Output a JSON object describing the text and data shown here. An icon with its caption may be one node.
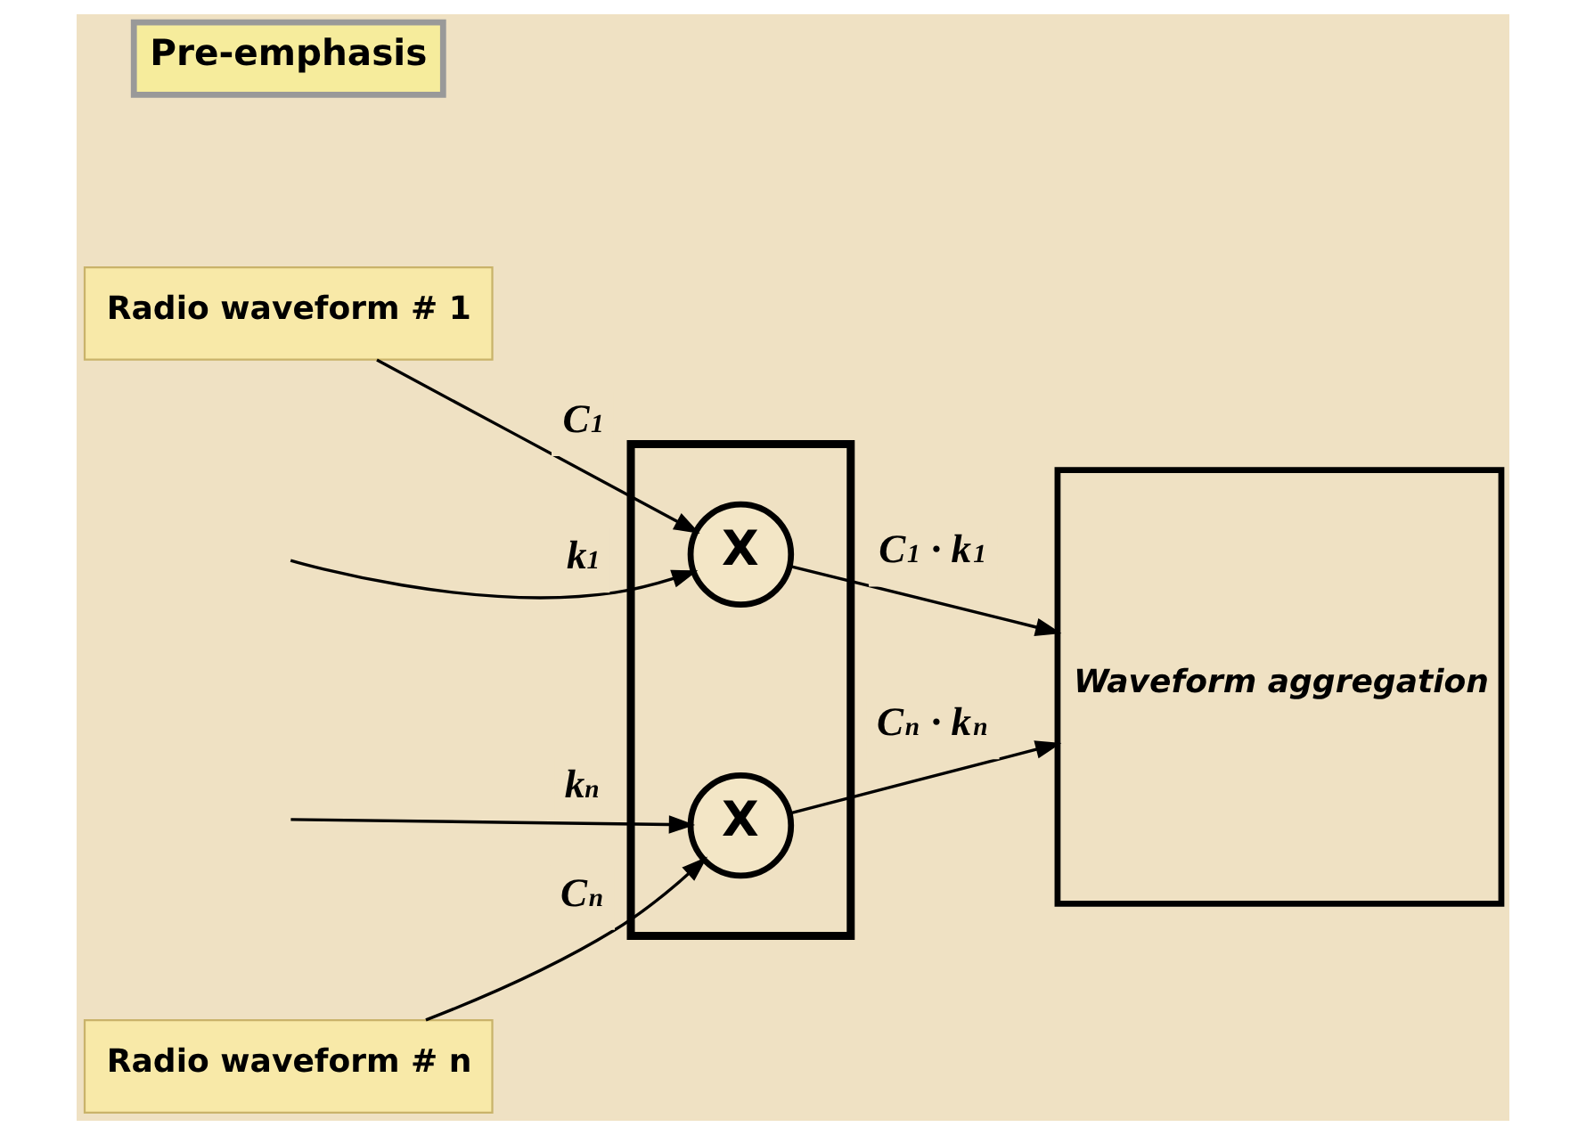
{
  "diagram": {
    "nodes": [
      {
        "text": [
          "Radio waveform # 1"
        ]
      },
      {
        "text": [
          "Radio waveform # n"
        ]
      },
      {
        "text": [
          "Pre-emphasis"
        ]
      },
      {
        "text": [],
        "shape": "box"
      },
      {
        "text": [
          "X"
        ],
        "in": 3
      },
      {
        "text": [
          "X"
        ],
        "in": 3
      },
      {
        "text": [
          "Waveform aggregation"
        ]
      }
    ],
    "edges": [
      {
        "from": 0,
        "to": 4,
        "arrow": "to",
        "label": "C$_{1}$"
      },
      {
        "from": 4,
        "to": 6,
        "arrow": "to",
        "label": "C$_{1}$ · k$_{1}$"
      },
      {
        "from": null,
        "to": 4,
        "arrow": "to",
        "label": "k$_{1}$"
      },
      {
        "from": null,
        "to": 5,
        "arrow": "to",
        "label": "k$_{n}$"
      },
      {
        "from": 1,
        "to": 5,
        "arrow": "to",
        "label": "C$_{n}$"
      },
      {
        "from": 5,
        "to": 6,
        "arrow": "to",
        "label": "C$_{n}$ · k$_{n}$"
      }
    ]
  }
}
